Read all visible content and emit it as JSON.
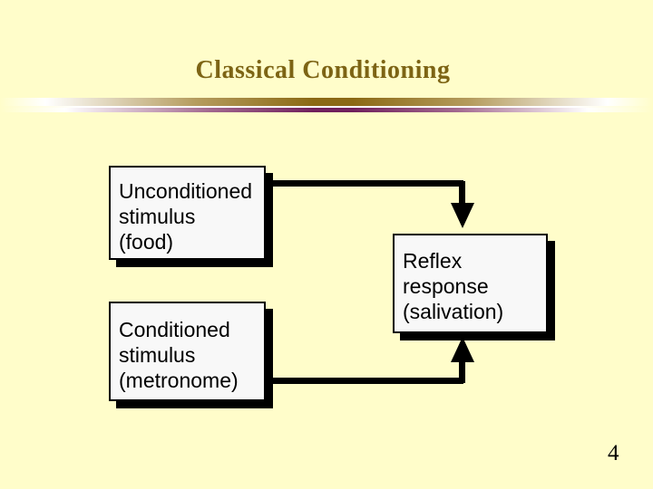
{
  "slide": {
    "title": "Classical Conditioning",
    "page_number": "4",
    "colors": {
      "background": "#FFFDCA",
      "title_text": "#7D6414",
      "divider_gold": "#8B6914",
      "divider_plum": "#70205C",
      "box_fill": "#F8F8F8",
      "box_border": "#000000",
      "connector": "#000000"
    },
    "diagram": {
      "boxes": [
        {
          "id": "unconditioned-stimulus",
          "lines": [
            "Unconditioned",
            "stimulus",
            "(food)"
          ]
        },
        {
          "id": "conditioned-stimulus",
          "lines": [
            "Conditioned",
            "stimulus",
            "(metronome)"
          ]
        },
        {
          "id": "reflex-response",
          "lines": [
            "Reflex",
            "response",
            "(salivation)"
          ]
        }
      ],
      "connectors": [
        {
          "from": "unconditioned-stimulus",
          "to": "reflex-response",
          "arrow_direction": "down"
        },
        {
          "from": "conditioned-stimulus",
          "to": "reflex-response",
          "arrow_direction": "up"
        }
      ]
    }
  }
}
